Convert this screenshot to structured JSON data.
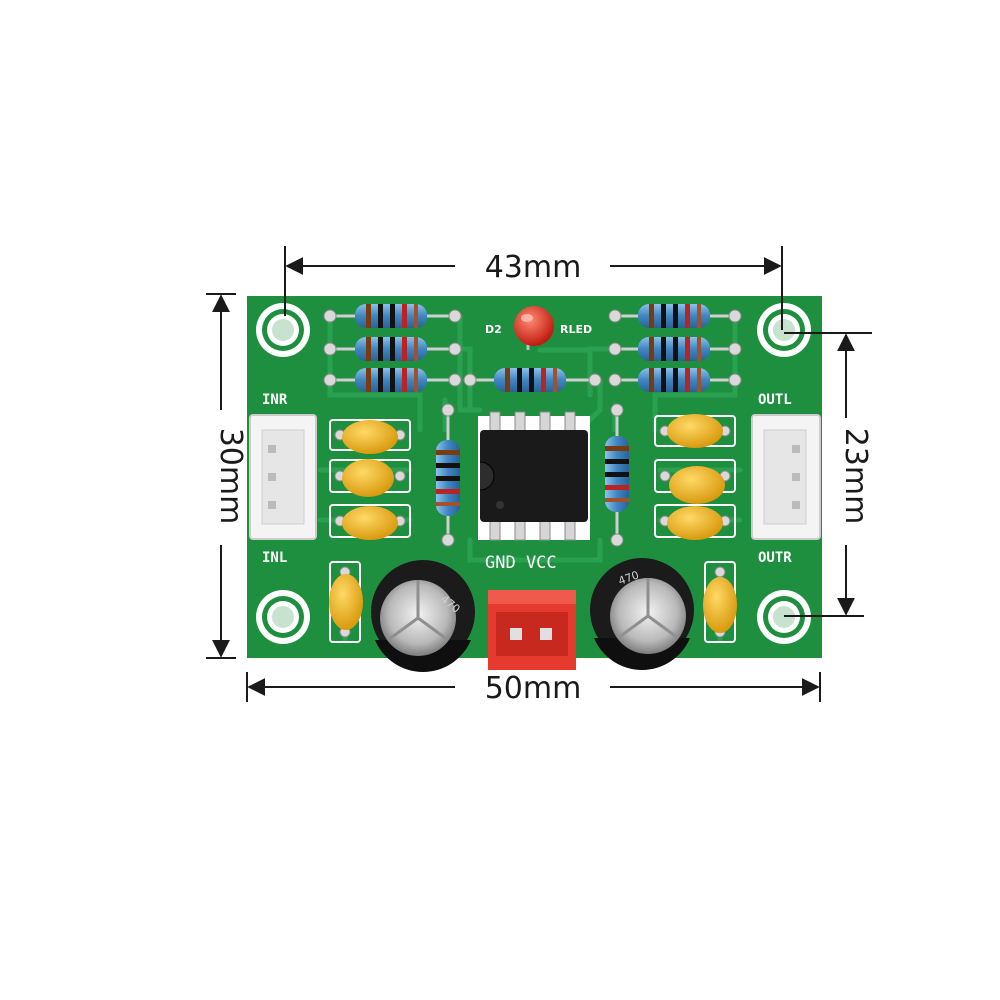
{
  "dimensions": {
    "top": "43mm",
    "bottom": "50mm",
    "left": "30mm",
    "right": "23mm"
  },
  "board_labels": {
    "inr": "INR",
    "inl": "INL",
    "outl": "OUTL",
    "outr": "OUTR",
    "d2": "D2",
    "rled": "RLED",
    "gnd_vcc": "GND VCC"
  },
  "colors": {
    "pcb_green": "#1e8f3e",
    "trace_green": "#2aa150",
    "capacitor_yellow": "#f2b51c",
    "resistor_blue": "#4a8fc8",
    "led_red": "#e0281c",
    "power_connector_red": "#e63a2e",
    "dimension_line": "#1a1a1a"
  }
}
